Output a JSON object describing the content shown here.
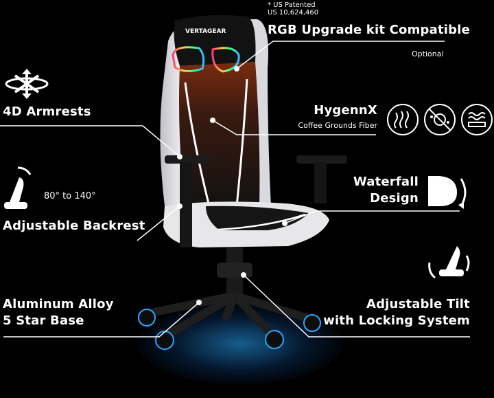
{
  "patent": {
    "line1": "* US Patented",
    "line2": "US 10,624,460"
  },
  "rgb": {
    "title": "RGB Upgrade kit Compatible",
    "subtitle": "Optional"
  },
  "armrests": {
    "title": "4D Armrests"
  },
  "hygennx": {
    "title": "HygennX",
    "subtitle": "Coffee Grounds Fiber"
  },
  "backrest": {
    "angle": "80° to 140°",
    "title": "Adjustable Backrest"
  },
  "waterfall": {
    "line1": "Waterfall",
    "line2": "Design"
  },
  "base": {
    "line1": "Aluminum Alloy",
    "line2": "5 Star Base"
  },
  "tilt": {
    "line1": "Adjustable Tilt",
    "line2": "with Locking System"
  },
  "brand": {
    "logo_text": "VERTAGEAR"
  },
  "colors": {
    "background": "#000000",
    "text": "#ffffff",
    "chair_white": "#e9e9ec",
    "chair_black": "#141414",
    "accent_glow": "#2aa8ff"
  },
  "icons": [
    "4d-arrows-icon",
    "recline-icon",
    "breathable-fabric-icon",
    "antibacterial-icon",
    "odor-control-icon",
    "waterfall-icon",
    "tilt-lock-icon"
  ]
}
